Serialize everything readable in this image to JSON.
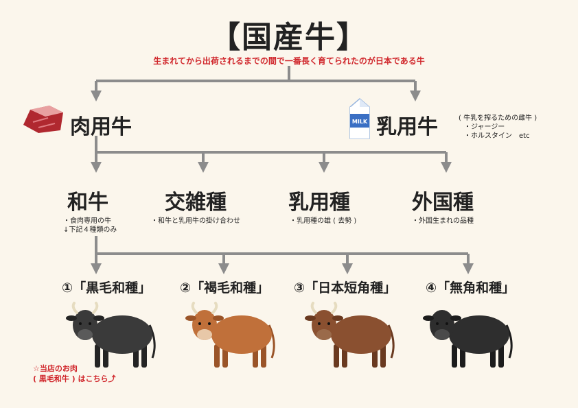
{
  "title": "【国産牛】",
  "subtitle": "生まれてから出荷されるまでの間で一番長く育てられたのが日本である牛",
  "categories": {
    "meat": {
      "label": "肉用牛"
    },
    "dairy": {
      "label": "乳用牛",
      "note_title": "( 牛乳を搾るための雌牛 )",
      "note_items": [
        "・ジャージー",
        "・ホルスタイン　etc"
      ],
      "milk_text": "MILK"
    }
  },
  "subtypes": [
    {
      "label": "和牛",
      "notes": [
        "・食肉専用の牛",
        "↓下記４種類のみ"
      ]
    },
    {
      "label": "交雑種",
      "notes": [
        "・和牛と乳用牛の掛け合わせ"
      ]
    },
    {
      "label": "乳用種",
      "notes": [
        "・乳用種の雄 ( 去勢 )"
      ]
    },
    {
      "label": "外国種",
      "notes": [
        "・外国生まれの品種"
      ]
    }
  ],
  "breeds": [
    {
      "label": "①「黒毛和種」",
      "color": "#3a3a3a",
      "shade": "#242424",
      "muzzle": "#5a5a5a"
    },
    {
      "label": "②「褐毛和種」",
      "color": "#c0703a",
      "shade": "#9a5428",
      "muzzle": "#e8c8a8"
    },
    {
      "label": "③「日本短角種」",
      "color": "#8a5030",
      "shade": "#6a3a20",
      "muzzle": "#9a6a4a"
    },
    {
      "label": "④「無角和種」",
      "color": "#2e2e2e",
      "shade": "#1c1c1c",
      "muzzle": "#4a4a4a"
    }
  ],
  "shop_link": {
    "line1": "☆当店のお肉",
    "line2": "( 黒毛和牛 ) はこちら⤴"
  },
  "colors": {
    "line": "#8c8c8c",
    "accent": "#d0262b",
    "background": "#fbf6ec"
  }
}
